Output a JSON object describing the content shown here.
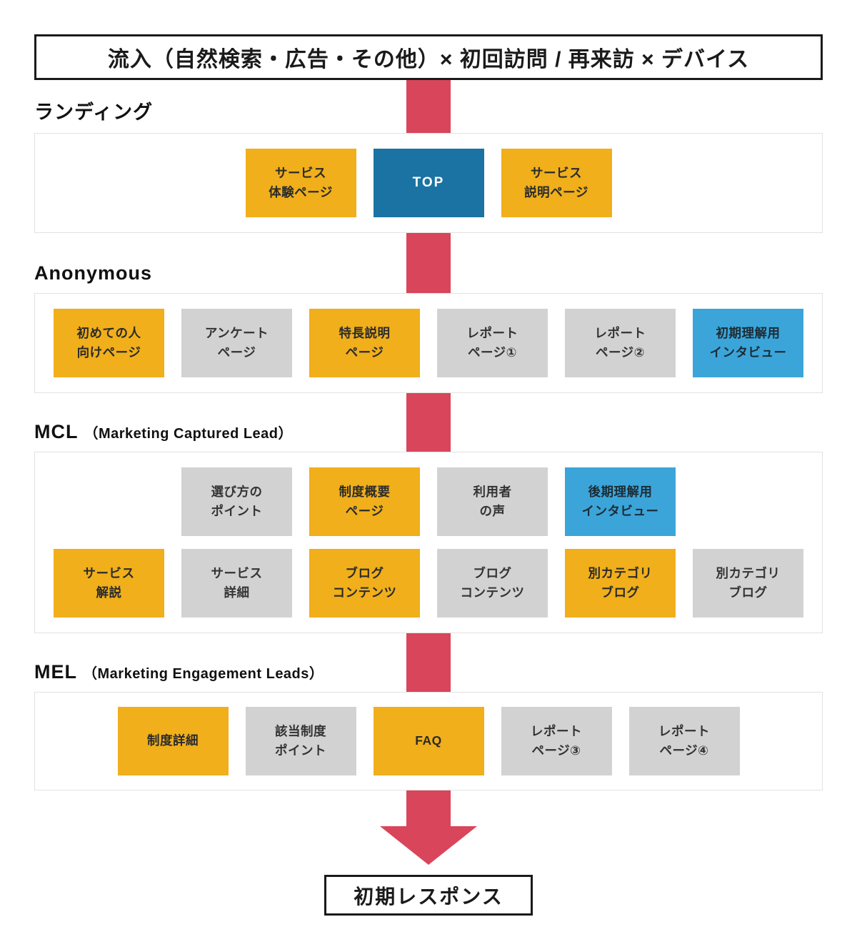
{
  "colors": {
    "yellow": "#f0af1b",
    "gray": "#d2d2d2",
    "dark_blue": "#1a73a3",
    "light_blue": "#3ba5d9",
    "red": "#d9455a"
  },
  "header": {
    "title": "流入（自然検索・広告・その他）× 初回訪問 / 再来訪 × デバイス"
  },
  "sections": [
    {
      "id": "landing",
      "label": "ランディング",
      "sublabel": "",
      "rows": [
        [
          {
            "text": "サービス\n体験ページ",
            "color": "yellow"
          },
          {
            "text": "TOP",
            "color": "dark_blue"
          },
          {
            "text": "サービス\n説明ページ",
            "color": "yellow"
          }
        ]
      ]
    },
    {
      "id": "anonymous",
      "label": "Anonymous",
      "sublabel": "",
      "rows": [
        [
          {
            "text": "初めての人\n向けページ",
            "color": "yellow"
          },
          {
            "text": "アンケート\nページ",
            "color": "gray"
          },
          {
            "text": "特長説明\nページ",
            "color": "yellow"
          },
          {
            "text": "レポート\nページ①",
            "color": "gray"
          },
          {
            "text": "レポート\nページ②",
            "color": "gray"
          },
          {
            "text": "初期理解用\nインタビュー",
            "color": "light_blue"
          }
        ]
      ]
    },
    {
      "id": "mcl",
      "label": "MCL",
      "sublabel": "（Marketing Captured Lead）",
      "rows": [
        [
          {
            "text": "選び方の\nポイント",
            "color": "gray"
          },
          {
            "text": "制度概要\nページ",
            "color": "yellow"
          },
          {
            "text": "利用者\nの声",
            "color": "gray"
          },
          {
            "text": "後期理解用\nインタビュー",
            "color": "light_blue"
          }
        ],
        [
          {
            "text": "サービス\n解説",
            "color": "yellow"
          },
          {
            "text": "サービス\n詳細",
            "color": "gray"
          },
          {
            "text": "ブログ\nコンテンツ",
            "color": "yellow"
          },
          {
            "text": "ブログ\nコンテンツ",
            "color": "gray"
          },
          {
            "text": "別カテゴリ\nブログ",
            "color": "yellow"
          },
          {
            "text": "別カテゴリ\nブログ",
            "color": "gray"
          }
        ]
      ]
    },
    {
      "id": "mel",
      "label": "MEL",
      "sublabel": "（Marketing Engagement Leads）",
      "rows": [
        [
          {
            "text": "制度詳細",
            "color": "yellow"
          },
          {
            "text": "該当制度\nポイント",
            "color": "gray"
          },
          {
            "text": "FAQ",
            "color": "yellow"
          },
          {
            "text": "レポート\nページ③",
            "color": "gray"
          },
          {
            "text": "レポート\nページ④",
            "color": "gray"
          }
        ]
      ]
    }
  ],
  "footer": {
    "label": "初期レスポンス"
  }
}
